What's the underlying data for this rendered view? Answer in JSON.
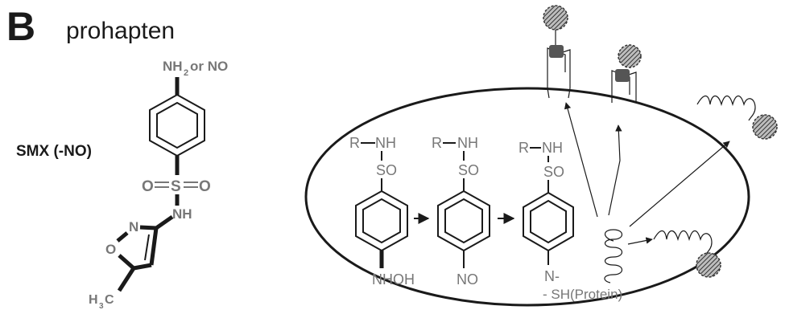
{
  "panel": {
    "letter": "B",
    "title": "prohapten"
  },
  "smx": {
    "name": "SMX (-NO)",
    "top_group_nh": "NH",
    "top_group_sub": "2",
    "top_group_rest": "or NO",
    "sulfonyl_o_left": "O",
    "sulfonyl_s": "S",
    "sulfonyl_o_right": "O",
    "nh": "NH",
    "n_ring": "N",
    "o_ring": "O",
    "methyl_h": "H",
    "methyl_sub": "3",
    "methyl_c": "C"
  },
  "cell": {
    "molecules": [
      {
        "r_nh": "R",
        "nh": "NH",
        "so": "SO",
        "bottom": "NHOH"
      },
      {
        "r_nh": "R",
        "nh": "NH",
        "so": "SO",
        "bottom": "NO"
      },
      {
        "r_nh": "R",
        "nh": "NH",
        "so": "SO",
        "bottom": "N-"
      }
    ],
    "protein_label": "- SH(Protein)"
  },
  "colors": {
    "ink": "#1a1a1a",
    "gray_text": "#777777",
    "hapten_fill": "#555555"
  }
}
